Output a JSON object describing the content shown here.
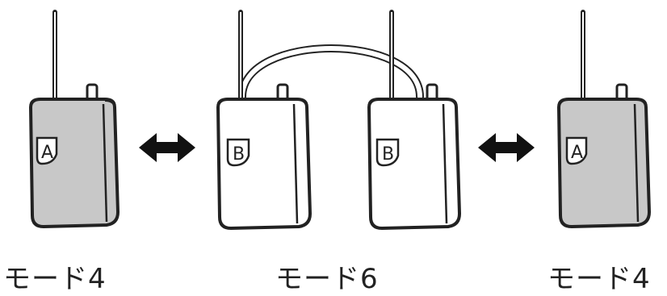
{
  "devices": [
    {
      "letter": "A",
      "fill": "#c8c8c8"
    },
    {
      "letter": "B",
      "fill": "#ffffff"
    },
    {
      "letter": "B",
      "fill": "#ffffff"
    },
    {
      "letter": "A",
      "fill": "#c8c8c8"
    }
  ],
  "captions": {
    "left": "モード4",
    "middle": "モード6",
    "right": "モード4"
  },
  "colors": {
    "stroke": "#222222",
    "gray_body": "#c8c8c8",
    "white_body": "#ffffff"
  },
  "icons": {
    "arrows": "double-arrow-icon",
    "cable": "cable-link"
  }
}
